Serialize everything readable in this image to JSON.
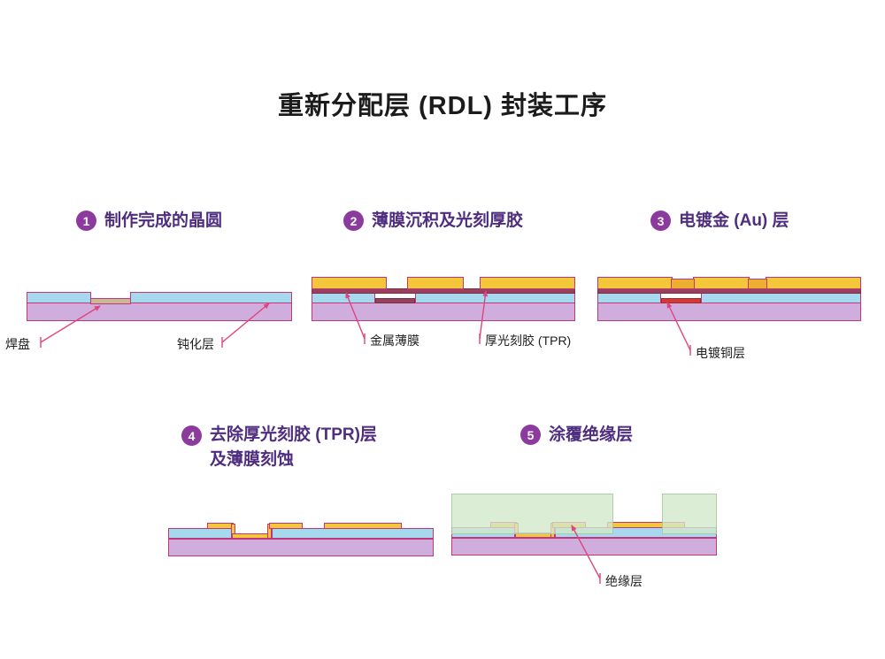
{
  "title": "重新分配层 (RDL) 封装工序",
  "steps": [
    {
      "number": "1",
      "title": "制作完成的晶圆"
    },
    {
      "number": "2",
      "title": "薄膜沉积及光刻厚胶"
    },
    {
      "number": "3",
      "title": "电镀金 (Au) 层"
    },
    {
      "number": "4",
      "title": "去除厚光刻胶 (TPR)层",
      "title_line2": "及薄膜刻蚀"
    },
    {
      "number": "5",
      "title": "涂覆绝缘层"
    }
  ],
  "annotations": {
    "bond_pad": "焊盘",
    "passivation": "钝化层",
    "metal_film": "金属薄膜",
    "thick_photoresist": "厚光刻胶 (TPR)",
    "plated_copper": "电镀铜层",
    "insulation": "绝缘层"
  },
  "colors": {
    "step_badge": "#8d3a9e",
    "step_title": "#4f2d7f",
    "layer_outline": "#c2377b",
    "substrate": "#cfaedd",
    "passivation_blue": "#a6d9ee",
    "gold": "#f4c73a",
    "metal_film": "#97425c",
    "plated_copper_red": "#d23a3a",
    "insulation_green": "#d2e8cb",
    "leader_line": "#e0447c"
  }
}
